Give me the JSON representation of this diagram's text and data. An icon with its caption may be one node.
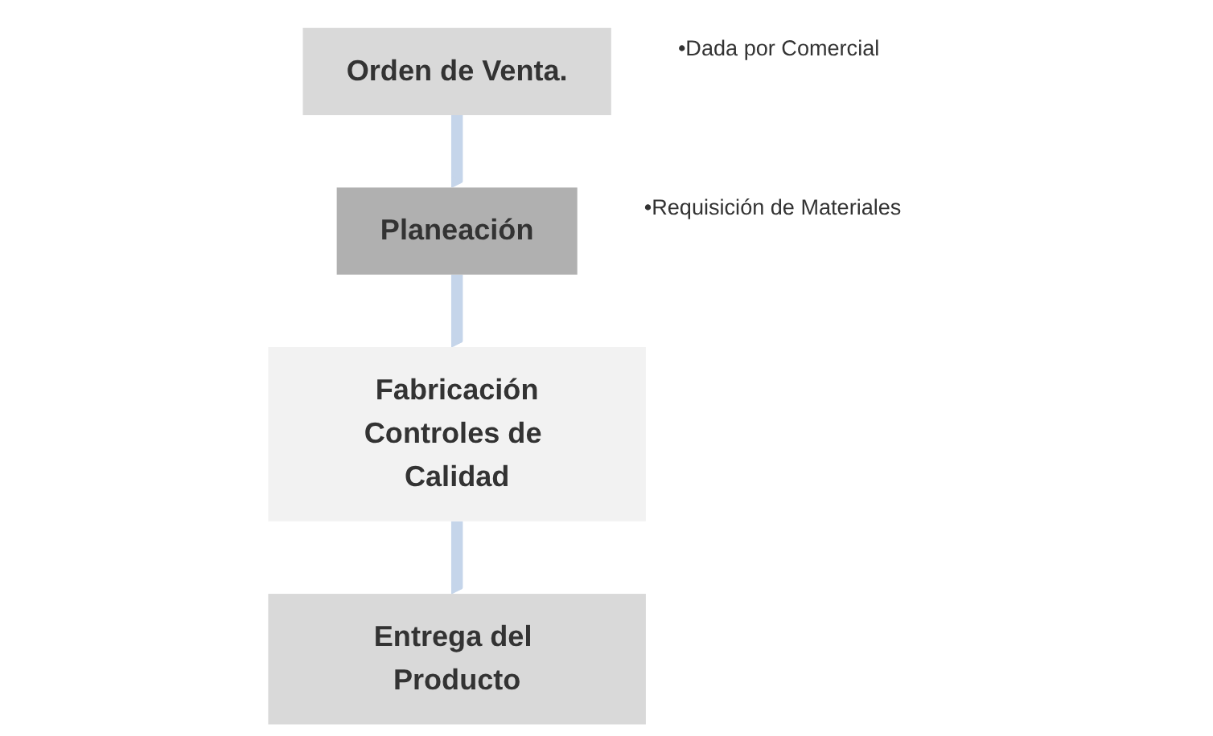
{
  "diagram": {
    "nodes": [
      {
        "text": [
          "Orden de Venta."
        ],
        "beside": [
          "•Dada por Comercial"
        ]
      },
      {
        "text": [
          "Planeación"
        ],
        "beside": [
          "•Requisición de Materiales"
        ]
      },
      {
        "text": [
          "Fabricación",
          "Controles de Calidad"
        ]
      },
      {
        "text": [
          "Entrega del Producto"
        ]
      }
    ],
    "edges": [
      {
        "from": 0,
        "to": 1,
        "arrow": "to",
        "color": "#c5d5ea"
      },
      {
        "from": 1,
        "to": 2,
        "arrow": "to",
        "color": "#c5d5ea"
      },
      {
        "from": 2,
        "to": 3,
        "arrow": "to",
        "color": "#c5d5ea"
      }
    ]
  }
}
